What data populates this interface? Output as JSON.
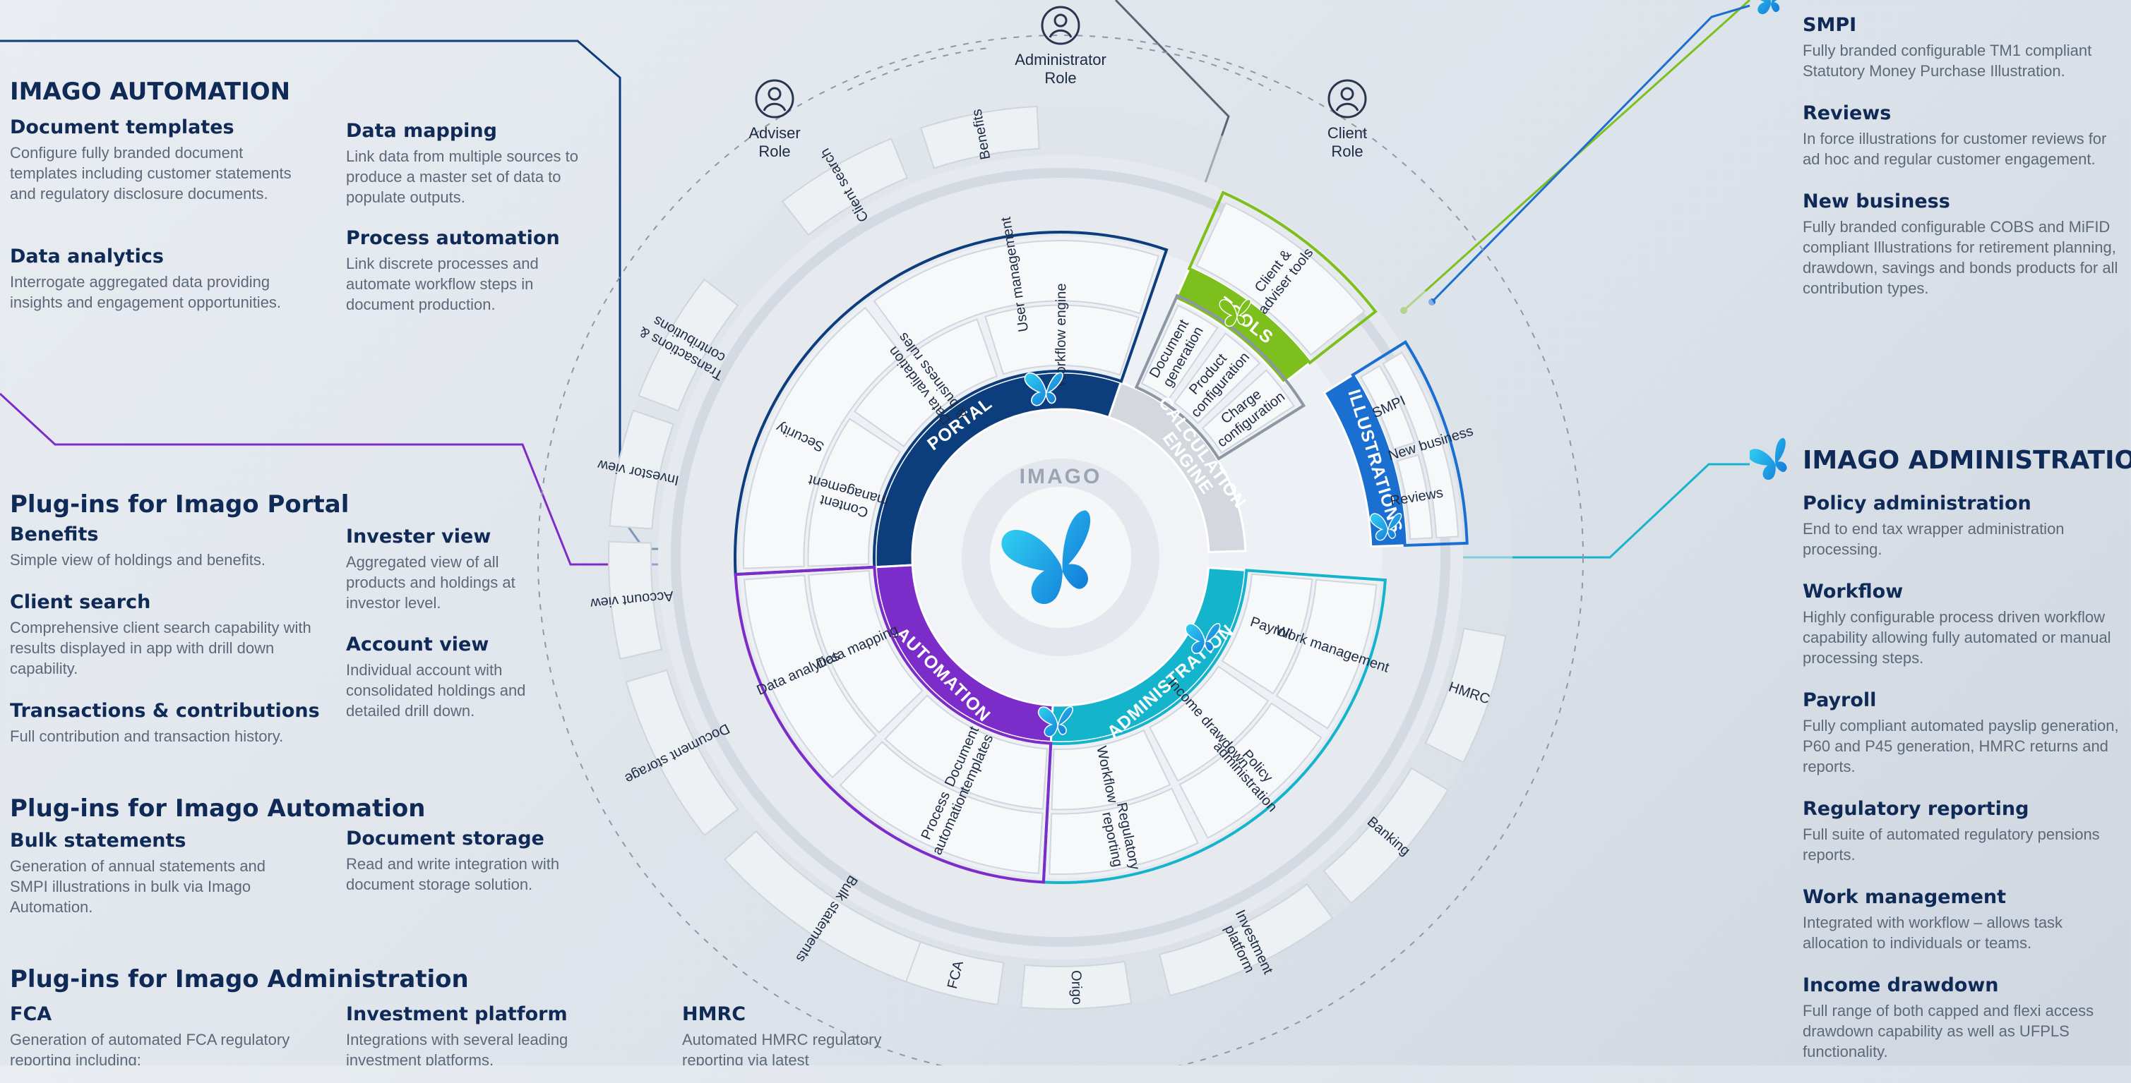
{
  "automation": {
    "title": "IMAGO AUTOMATION",
    "items": [
      {
        "title": "Document templates",
        "desc": "Configure fully branded document templates including customer statements and regulatory disclosure documents."
      },
      {
        "title": "Data analytics",
        "desc": "Interrogate aggregated data providing insights and engagement opportunities."
      },
      {
        "title": "Data mapping",
        "desc": "Link data from multiple sources to produce a master set of data to populate outputs."
      },
      {
        "title": "Process automation",
        "desc": "Link discrete processes and automate workflow steps in document production."
      }
    ]
  },
  "portal_plugins": {
    "title": "Plug-ins for Imago Portal",
    "items": [
      {
        "title": "Benefits",
        "desc": "Simple view of holdings and benefits."
      },
      {
        "title": "Client search",
        "desc": "Comprehensive client search capability with results displayed in app with drill down capability."
      },
      {
        "title": "Transactions & contributions",
        "desc": "Full contribution and transaction history."
      },
      {
        "title": "Invester view",
        "desc": "Aggregated view of all products and holdings at investor level."
      },
      {
        "title": "Account view",
        "desc": "Individual account with consolidated holdings and detailed drill down."
      }
    ]
  },
  "automation_plugins": {
    "title": "Plug-ins for Imago Automation",
    "items": [
      {
        "title": "Bulk statements",
        "desc": "Generation of annual statements and SMPI illustrations in bulk via Imago Automation."
      },
      {
        "title": "Document storage",
        "desc": "Read and write integration with document storage solution."
      }
    ]
  },
  "admin_plugins": {
    "title": "Plug-ins for Imago Administration",
    "items": [
      {
        "title": "FCA",
        "desc": "Generation of automated FCA regulatory reporting including:"
      },
      {
        "title": "Investment platform",
        "desc": "Integrations with several leading investment platforms."
      },
      {
        "title": "HMRC",
        "desc": "Automated HMRC regulatory reporting via latest"
      }
    ]
  },
  "illustrations": {
    "items": [
      {
        "title": "SMPI",
        "desc": "Fully branded configurable TM1 compliant Statutory Money Purchase Illustration."
      },
      {
        "title": "Reviews",
        "desc": "In force illustrations for customer reviews for ad hoc and regular customer engagement."
      },
      {
        "title": "New business",
        "desc": "Fully branded configurable COBS and MiFID compliant Illustrations for retirement planning, drawdown, savings and bonds products for all contribution types."
      }
    ]
  },
  "administration": {
    "title": "IMAGO ADMINISTRATION",
    "items": [
      {
        "title": "Policy administration",
        "desc": "End to end tax wrapper administration processing."
      },
      {
        "title": "Workflow",
        "desc": "Highly configurable process driven workflow capability allowing fully automated or manual processing steps."
      },
      {
        "title": "Payroll",
        "desc": "Fully compliant automated payslip generation, P60 and P45 generation, HMRC returns and reports."
      },
      {
        "title": "Regulatory reporting",
        "desc": "Full suite of automated regulatory pensions reports."
      },
      {
        "title": "Work management",
        "desc": "Integrated with workflow – allows task allocation to individuals or teams."
      },
      {
        "title": "Income drawdown",
        "desc": "Full range of both capped and flexi access drawdown capability as well as UFPLS functionality."
      }
    ]
  },
  "diagram": {
    "center_logo": "IMAGO",
    "roles": [
      "Adviser Role",
      "Administrator Role",
      "Client Role"
    ],
    "bands": [
      "PORTAL",
      "CALCULATION ENGINE",
      "TOOLS",
      "ILLUSTRATIONS",
      "ADMINISTRATION",
      "AUTOMATION"
    ],
    "inner_segments": {
      "portal": [
        "Content management",
        "Data validation & business rules",
        "Workflow engine",
        "Security",
        "User management"
      ],
      "calc": [
        "Document generation",
        "Product configuration",
        "Charge configuration"
      ],
      "tools": [
        "Client & adviser tools"
      ],
      "illustrations": [
        "SMPI",
        "Reviews",
        "New business"
      ],
      "administration": [
        "Payroll",
        "Income drawdown",
        "Workflow",
        "Work management",
        "Policy administration",
        "Regulatory reporting"
      ],
      "automation": [
        "Document templates",
        "Data mapping",
        "Process automation",
        "Data analytics"
      ]
    },
    "outer_plugins": [
      "Account view",
      "Investor view",
      "Transactions & contributions",
      "Client search",
      "Benefits",
      "Bulk statements",
      "Document storage",
      "FCA",
      "Origo",
      "Investment platform",
      "Banking",
      "HMRC"
    ]
  },
  "colors": {
    "portal": "#0c3d7d",
    "calc": "#d4d8de",
    "tools": "#7dc01e",
    "illustrations": "#1a6fd0",
    "administration": "#14b4cd",
    "automation": "#7c2cc8",
    "navy": "#0f2a57"
  }
}
